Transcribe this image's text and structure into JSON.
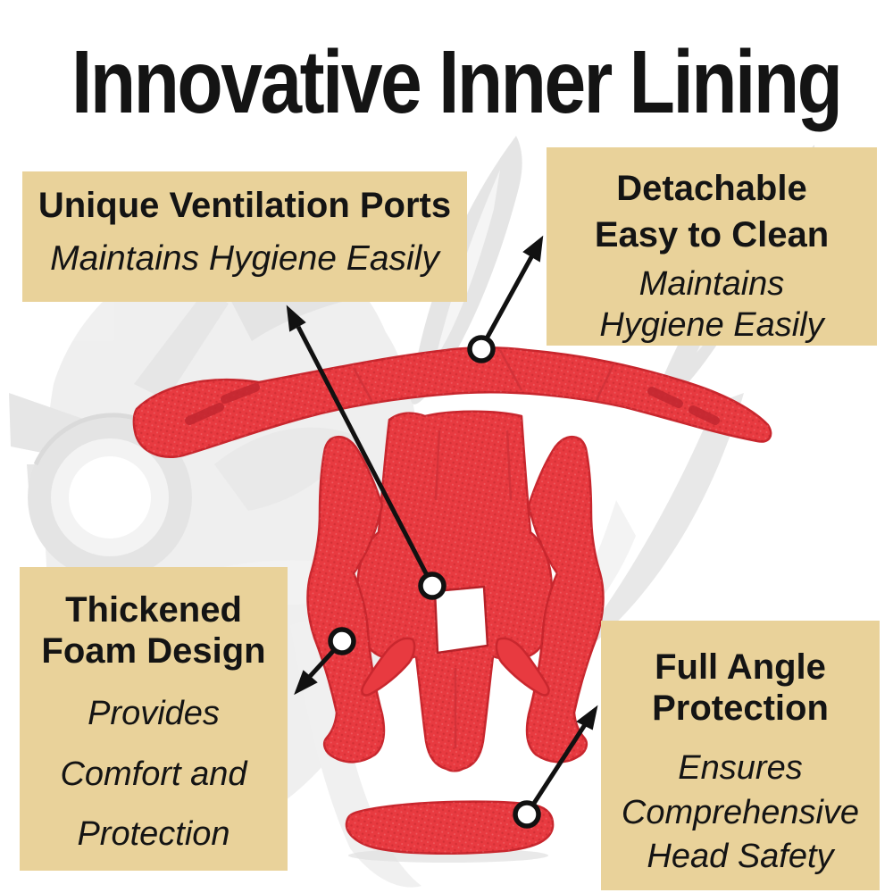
{
  "title": "Innovative Inner Lining",
  "callouts": {
    "ventilation": {
      "heading": "Unique Ventilation Ports",
      "subtext": "Maintains Hygiene Easily"
    },
    "detachable": {
      "heading": "Detachable\nEasy to Clean",
      "subtext": "Maintains\nHygiene Easily"
    },
    "foam": {
      "heading": "Thickened\nFoam Design",
      "subtext": "Provides\nComfort and\nProtection"
    },
    "protection": {
      "heading": "Full Angle\nProtection",
      "subtext": "Ensures\nComprehensive\nHead Safety"
    }
  },
  "product": {
    "pieces": [
      "headband-pad",
      "crown-pad",
      "brow-pad"
    ]
  },
  "colors": {
    "pad_red": "#e83a40",
    "pad_red_dark": "#c0262d",
    "callout_tan": "#e9d29a",
    "text_black": "#141414",
    "connector_black": "#111111",
    "watermark_gray": "#e9e9e9",
    "background": "#ffffff"
  }
}
